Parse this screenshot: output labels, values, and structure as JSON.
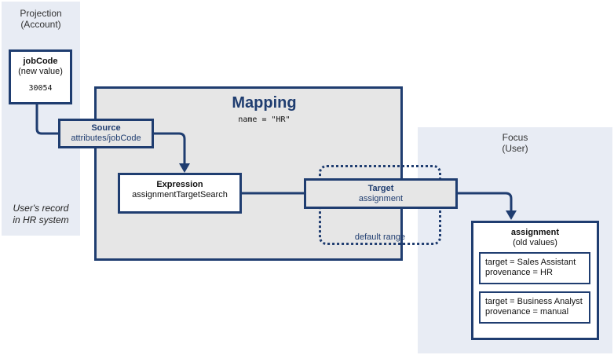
{
  "projection": {
    "title_line1": "Projection",
    "title_line2": "(Account)",
    "jobcode_title": "jobCode",
    "jobcode_sub": "(new value)",
    "jobcode_value": "30054",
    "note_line1": "User's record",
    "note_line2": "in HR system"
  },
  "mapping": {
    "title": "Mapping",
    "name_line": "name = \"HR\"",
    "source_title": "Source",
    "source_path": "attributes/jobCode",
    "expression_title": "Expression",
    "expression_value": "assignmentTargetSearch",
    "target_title": "Target",
    "target_value": "assignment",
    "default_range": "default range"
  },
  "focus": {
    "title_line1": "Focus",
    "title_line2": "(User)",
    "assignment_title": "assignment",
    "assignment_sub": "(old values)",
    "values": [
      {
        "target": "target = Sales Assistant",
        "provenance": "provenance = HR"
      },
      {
        "target": "target = Business Analyst",
        "provenance": "provenance = manual"
      }
    ]
  },
  "colors": {
    "primary": "#1f3d70",
    "panel_bg": "#e8ecf4",
    "mapping_bg": "#e6e6e6"
  }
}
